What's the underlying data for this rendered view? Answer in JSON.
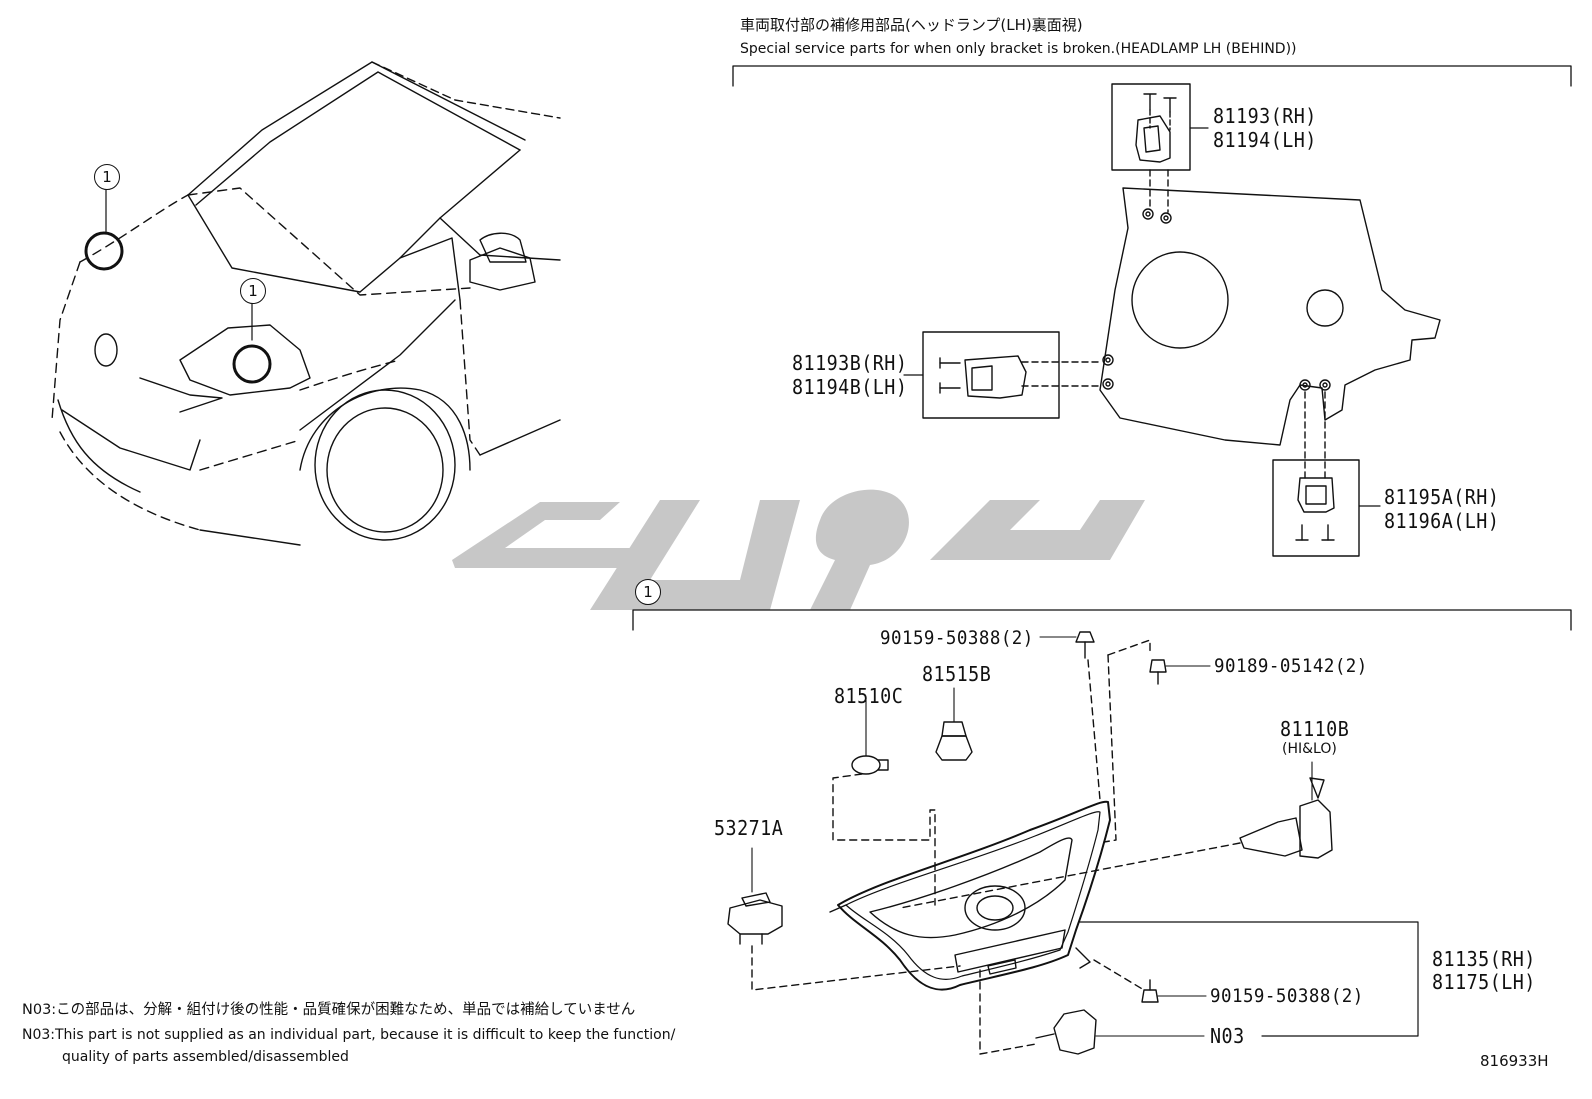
{
  "header": {
    "title_jp": "車両取付部の補修用部品(ヘッドランプ(LH)裏面視)",
    "title_en": "Special service parts for when only bracket is broken.(HEADLAMP LH (BEHIND))"
  },
  "callouts": {
    "car_upper": "1",
    "car_lower": "1",
    "assembly": "1"
  },
  "bracket_parts": {
    "top_rh": "81193(RH)",
    "top_lh": "81194(LH)",
    "left_rh": "81193B(RH)",
    "left_lh": "81194B(LH)",
    "bottom_rh": "81195A(RH)",
    "bottom_lh": "81196A(LH)"
  },
  "assembly_parts": {
    "screw_top": "90159-50388(2)",
    "clip_top": "90189-05142(2)",
    "socket": "81515B",
    "bulb_small": "81510C",
    "bulb_main": "81110B",
    "bulb_main_note": "(HI&LO)",
    "bracket_sensor": "53271A",
    "headlamp_rh": "81135(RH)",
    "headlamp_lh": "81175(LH)",
    "screw_bottom": "90159-50388(2)",
    "n03_label": "N03"
  },
  "notes": {
    "jp": "N03:この部品は、分解・組付け後の性能・品質確保が困難なため、単品では補給していません",
    "en_line1": "N03:This part is not supplied as an individual part, because it is difficult to keep the function/",
    "en_line2": "quality of parts assembled/disassembled"
  },
  "figure_id": "816933H"
}
